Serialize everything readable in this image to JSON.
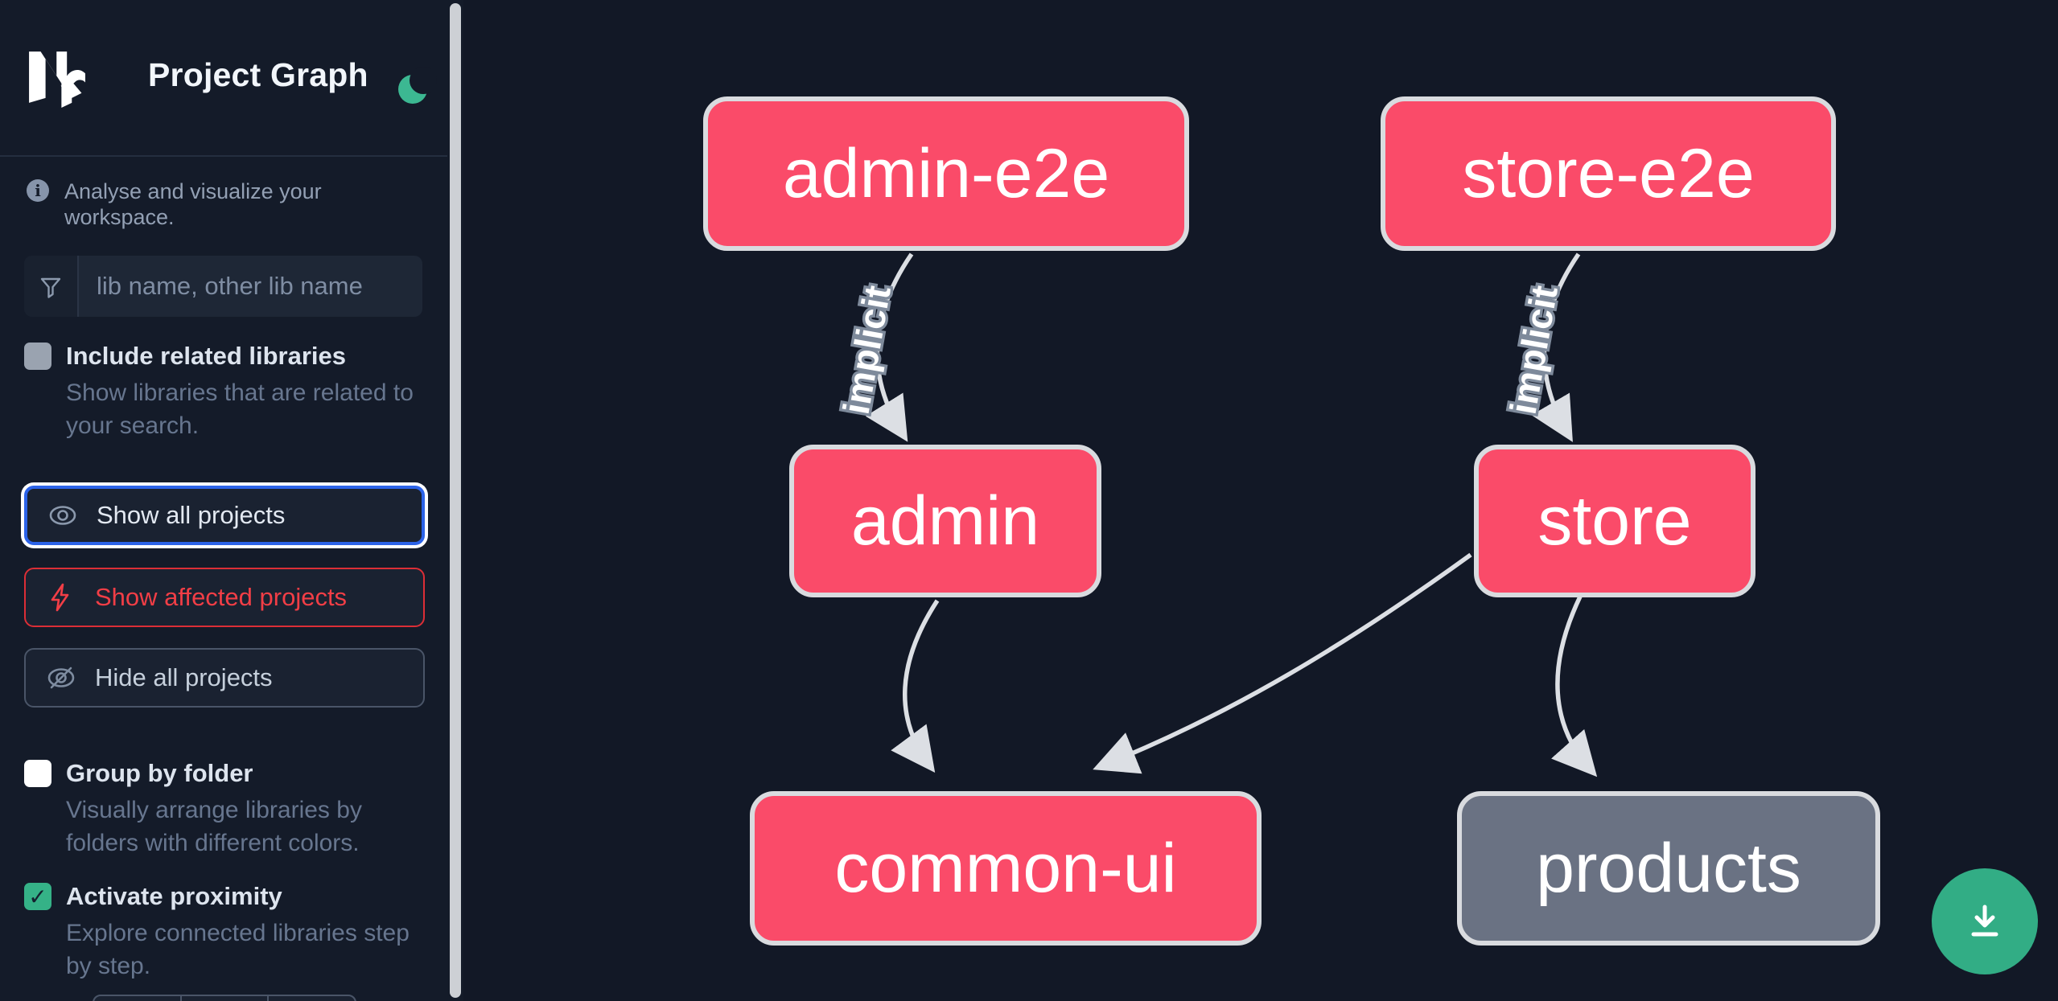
{
  "header": {
    "logo": "Nx",
    "title": "Project Graph"
  },
  "info": {
    "text": "Analyse and visualize your workspace."
  },
  "search": {
    "placeholder": "lib name, other lib name",
    "value": ""
  },
  "options": {
    "include_related": {
      "label": "Include related libraries",
      "description": "Show libraries that are related to\nyour search.",
      "checked": false
    },
    "group_by_folder": {
      "label": "Group by folder",
      "description": "Visually arrange libraries by\nfolders with different colors.",
      "checked": false
    },
    "activate_proximity": {
      "label": "Activate proximity",
      "description": "Explore connected libraries step\nby step.",
      "checked": true,
      "checkmark": "✓"
    }
  },
  "actions": {
    "show_all": {
      "label": "Show all projects",
      "state": "focused"
    },
    "show_affected": {
      "label": "Show affected projects",
      "state": "danger"
    },
    "hide_all": {
      "label": "Hide all projects",
      "state": "default"
    }
  },
  "graph": {
    "nodes": [
      {
        "id": "admin-e2e",
        "label": "admin-e2e",
        "kind": "affected"
      },
      {
        "id": "store-e2e",
        "label": "store-e2e",
        "kind": "affected"
      },
      {
        "id": "admin",
        "label": "admin",
        "kind": "affected"
      },
      {
        "id": "store",
        "label": "store",
        "kind": "affected"
      },
      {
        "id": "common-ui",
        "label": "common-ui",
        "kind": "affected"
      },
      {
        "id": "products",
        "label": "products",
        "kind": "unaffected"
      }
    ],
    "edges": [
      {
        "from": "admin-e2e",
        "to": "admin",
        "label": "implicit"
      },
      {
        "from": "store-e2e",
        "to": "store",
        "label": "implicit"
      },
      {
        "from": "admin",
        "to": "common-ui",
        "label": ""
      },
      {
        "from": "store",
        "to": "common-ui",
        "label": ""
      },
      {
        "from": "store",
        "to": "products",
        "label": ""
      }
    ]
  },
  "colors": {
    "affected_node": "#fa4b69",
    "unaffected_node": "#6a7283",
    "node_border": "#d9dbdf",
    "edge": "#dcdfe4",
    "focus_blue": "#2c63e8",
    "danger_red": "#f23e46",
    "emerald": "#35b287",
    "sidebar_bg": "#141b29",
    "canvas_bg": "#121826"
  }
}
